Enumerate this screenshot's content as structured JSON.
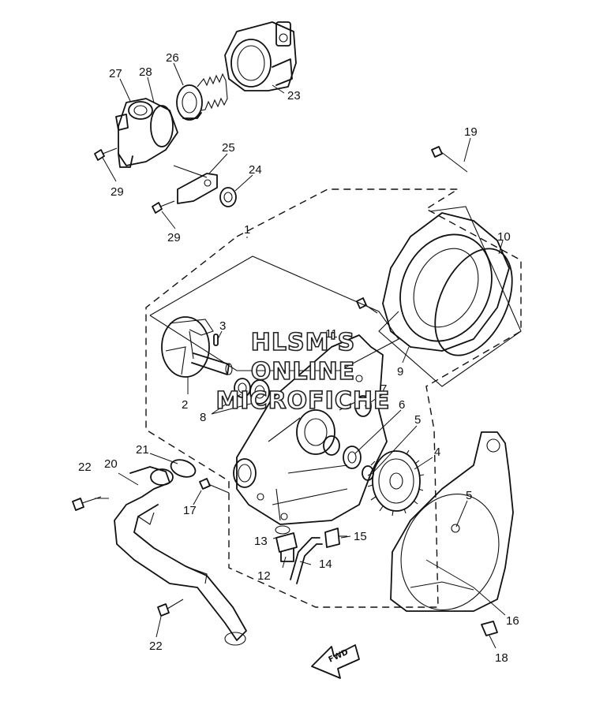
{
  "diagram": {
    "watermark": [
      "HLSM'S",
      "ONLINE",
      "MICROFICHE"
    ],
    "fwd_label": "FWD",
    "callouts": [
      "1",
      "2",
      "3",
      "4",
      "5",
      "5",
      "6",
      "7",
      "8",
      "9",
      "10",
      "11",
      "12",
      "13",
      "14",
      "15",
      "16",
      "17",
      "18",
      "19",
      "20",
      "21",
      "22",
      "22",
      "23",
      "24",
      "25",
      "26",
      "27",
      "28",
      "29",
      "29"
    ]
  }
}
